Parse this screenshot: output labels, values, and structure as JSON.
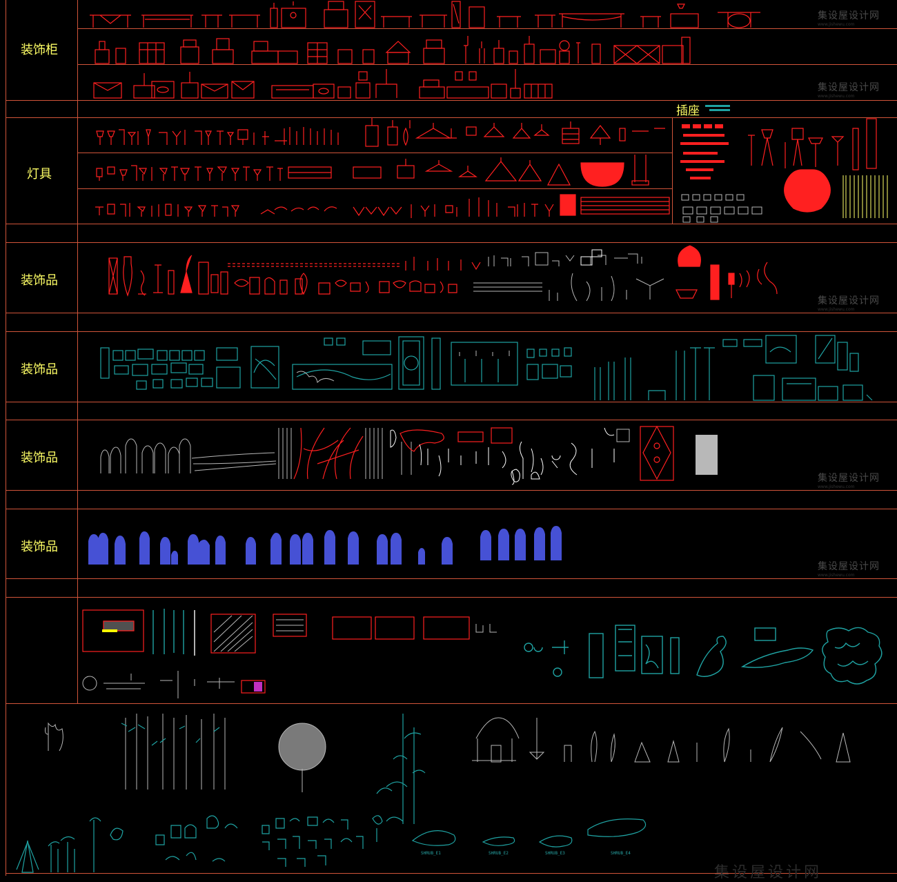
{
  "sections": [
    {
      "label": "装饰柜"
    },
    {
      "label": "灯具"
    },
    {
      "label": "装饰品"
    },
    {
      "label": "装饰品"
    },
    {
      "label": "装饰品"
    },
    {
      "label": "装饰品"
    }
  ],
  "socket_label": "插座",
  "watermark": {
    "text": "集设屋设计网",
    "sub": "www.jishewu.com"
  },
  "shrub_captions": [
    "SHRUB_E1",
    "SHRUB_E2",
    "SHRUB_E3",
    "SHRUB_E4"
  ],
  "colors": {
    "background": "#000000",
    "grid_line": "#d2553a",
    "label": "#ffff66",
    "block_red": "#ff2020",
    "block_cyan": "#1fa3a3",
    "block_gray": "#b8b8b8",
    "block_white": "#ffffff",
    "block_blue": "#4a55e0"
  }
}
